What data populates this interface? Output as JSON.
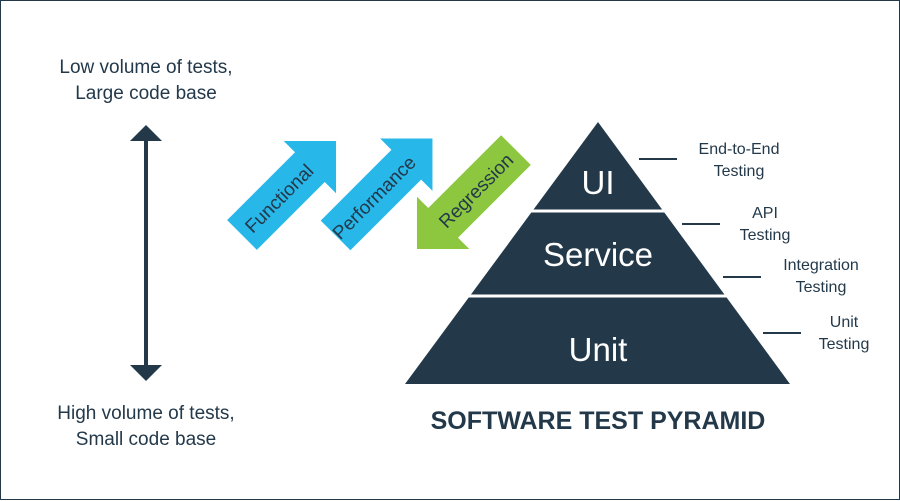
{
  "scale": {
    "top_label": [
      "Low volume of tests,",
      "Large code base"
    ],
    "bottom_label": [
      "High volume of tests,",
      "Small code base"
    ]
  },
  "arrows": [
    {
      "label": "Functional",
      "color": "#28b7e9",
      "direction": "up"
    },
    {
      "label": "Performance",
      "color": "#28b7e9",
      "direction": "up"
    },
    {
      "label": "Regression",
      "color": "#8dc63f",
      "direction": "down"
    }
  ],
  "pyramid": {
    "color": "#23394a",
    "layers": [
      {
        "label": "UI",
        "side_label": [
          "End-to-End",
          "Testing"
        ]
      },
      {
        "label": "Service",
        "side_label": [
          "API",
          "Testing"
        ]
      },
      {
        "label": "",
        "side_label": [
          "Integration",
          "Testing"
        ]
      },
      {
        "label": "Unit",
        "side_label": [
          "Unit",
          "Testing"
        ]
      }
    ]
  },
  "title": "SOFTWARE TEST PYRAMID"
}
